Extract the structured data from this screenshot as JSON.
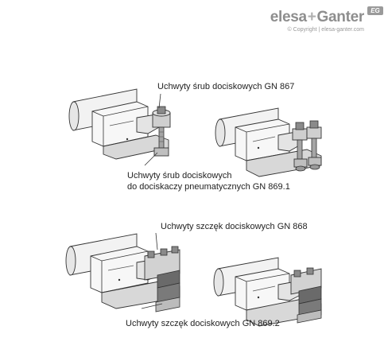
{
  "brand": {
    "logo_left": "elesa",
    "logo_plus": "+",
    "logo_right": "Ganter",
    "copyright": "© Copyright | elesa-ganter.com",
    "badge": "EG"
  },
  "labels": {
    "gn867": "Uchwyty śrub dociskowych GN 867",
    "gn869_1_line1": "Uchwyty śrub dociskowych",
    "gn869_1_line2": "do dociskaczy pneumatycznych GN 869.1",
    "gn868": "Uchwyty szczęk dociskowych GN 868",
    "gn869_2": "Uchwyty szczęk dociskowych GN 869.2"
  },
  "colors": {
    "line": "#333333",
    "face_light": "#f4f4f4",
    "face_mid": "#dcdcdc",
    "face_dark": "#b8b8b8",
    "jaw_dark": "#6a6a6a"
  }
}
